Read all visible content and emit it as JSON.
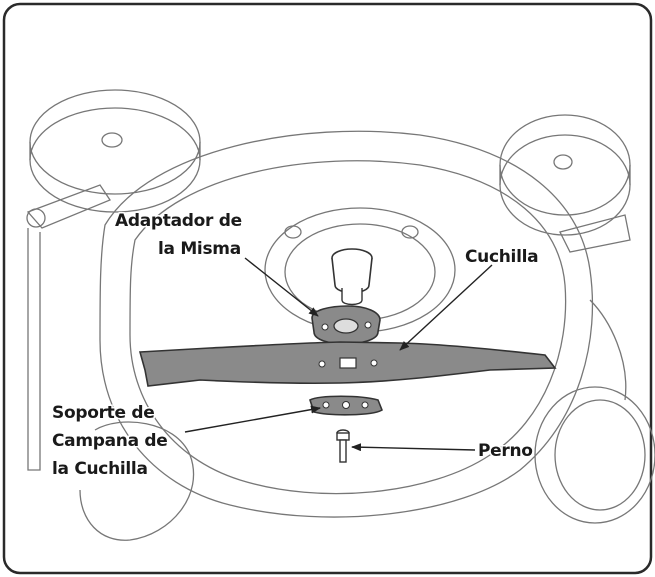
{
  "labels": {
    "adaptador_line1": "Adaptador de",
    "adaptador_line2": "la Misma",
    "cuchilla": "Cuchilla",
    "soporte_line1": "Soporte de",
    "soporte_line2": "Campana de",
    "soporte_line3": "la Cuchilla",
    "perno": "Perno"
  },
  "colors": {
    "frame": "#2a2a2a",
    "line_art": "#777777",
    "part_fill": "#8a8a8a",
    "part_dark": "#444444",
    "text": "#1a1a1a"
  }
}
